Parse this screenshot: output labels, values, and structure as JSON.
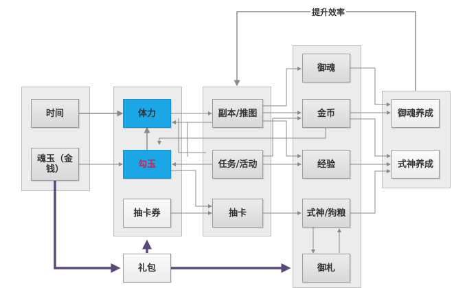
{
  "diagram": {
    "top_label": "提升效率",
    "nodes": {
      "time": "时间",
      "soul_jade": "魂玉（金钱）",
      "stamina": "体力",
      "magatama": "勾玉",
      "draw_ticket": "抽卡券",
      "dungeon": "副本/推图",
      "quest": "任务/活动",
      "draw": "抽卡",
      "mitama": "御魂",
      "gold": "金币",
      "exp": "经验",
      "shikigami": "式神/狗粮",
      "amulet": "御札",
      "mitama_growth": "御魂养成",
      "shikigami_growth": "式神养成",
      "gift_pack": "礼包"
    },
    "colors": {
      "highlight": "#1ba7e6",
      "highlight_text": "#c0285a",
      "purchase_flow": "#5a4a7a",
      "connector": "#8a8a8a"
    }
  }
}
